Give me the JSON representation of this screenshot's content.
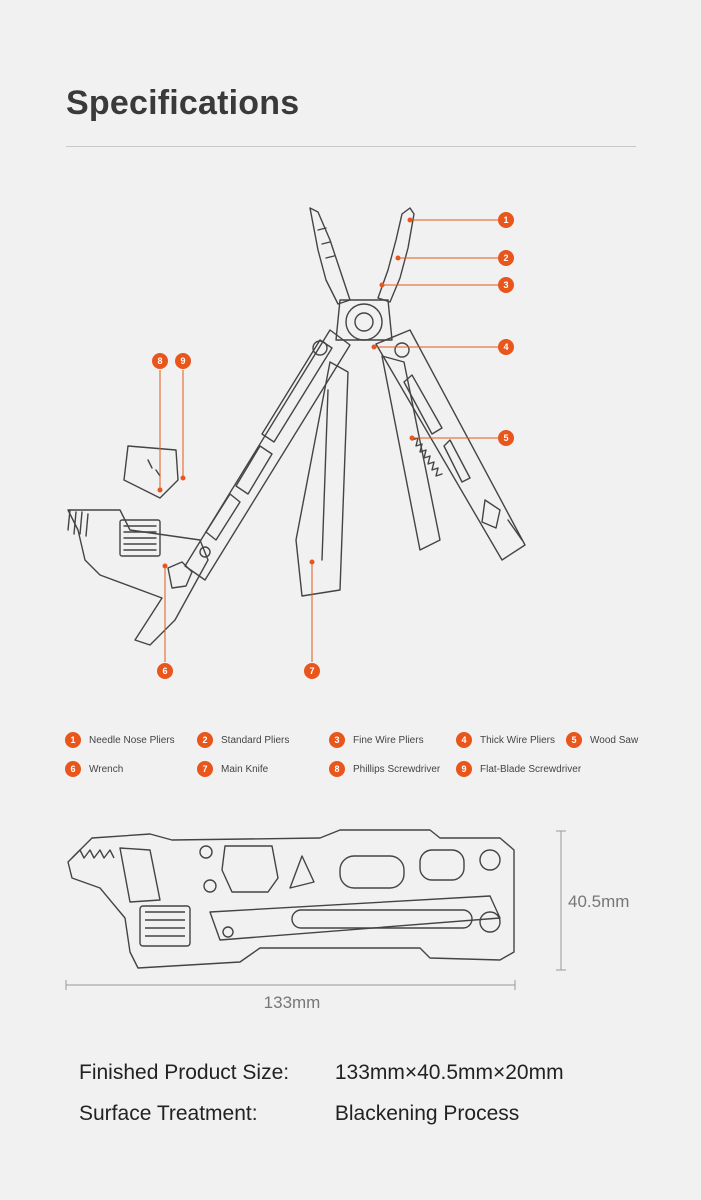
{
  "page": {
    "title": "Specifications"
  },
  "callouts": [
    {
      "num": "1",
      "label": "Needle Nose Pliers"
    },
    {
      "num": "2",
      "label": "Standard Pliers"
    },
    {
      "num": "3",
      "label": "Fine Wire Pliers"
    },
    {
      "num": "4",
      "label": "Thick Wire Pliers"
    },
    {
      "num": "5",
      "label": "Wood Saw"
    },
    {
      "num": "6",
      "label": "Wrench"
    },
    {
      "num": "7",
      "label": "Main Knife"
    },
    {
      "num": "8",
      "label": "Phillips Screwdriver"
    },
    {
      "num": "9",
      "label": "Flat-Blade Screwdriver"
    }
  ],
  "dimensions": {
    "length": "133mm",
    "height": "40.5mm"
  },
  "specs": [
    {
      "label": "Finished Product Size:",
      "value": "133mm×40.5mm×20mm"
    },
    {
      "label": "Surface Treatment:",
      "value": "Blackening Process"
    }
  ],
  "colors": {
    "accent": "#e8561c",
    "line": "#444444"
  }
}
